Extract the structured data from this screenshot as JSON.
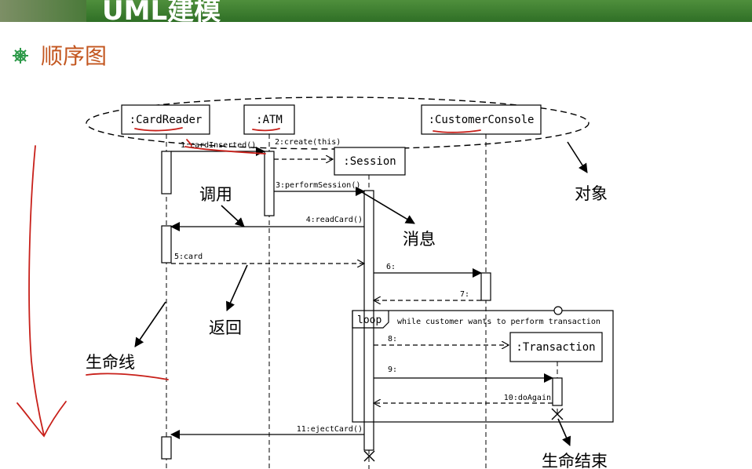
{
  "header": {
    "title": "UML建模"
  },
  "section": {
    "title": "顺序图",
    "icon": "gear-flower-icon"
  },
  "objects": [
    {
      "label": ":CardReader"
    },
    {
      "label": ":ATM"
    },
    {
      "label": ":CustomerConsole"
    },
    {
      "label": ":Session"
    },
    {
      "label": ":Transaction"
    }
  ],
  "messages": {
    "m1": "1:cardInserted()",
    "m2": "2:create(this)",
    "m3": "3:performSession()",
    "m4": "4:readCard()",
    "m5": "5:card",
    "m6": "6:",
    "m7": "7:",
    "m8": "8:",
    "m9": "9:",
    "m10": "10:doAgain",
    "m11": "11:ejectCard()"
  },
  "fragment": {
    "keyword": "loop",
    "guard": "while customer wants to perform transaction"
  },
  "annotations": {
    "objects": "对象",
    "call": "调用",
    "message": "消息",
    "return": "返回",
    "lifeline": "生命线",
    "end_of_life": "生命结束"
  },
  "colors": {
    "header": "#3a7a2e",
    "section_title": "#c3561f",
    "ink": "#000000",
    "pen": "#c8201a"
  }
}
